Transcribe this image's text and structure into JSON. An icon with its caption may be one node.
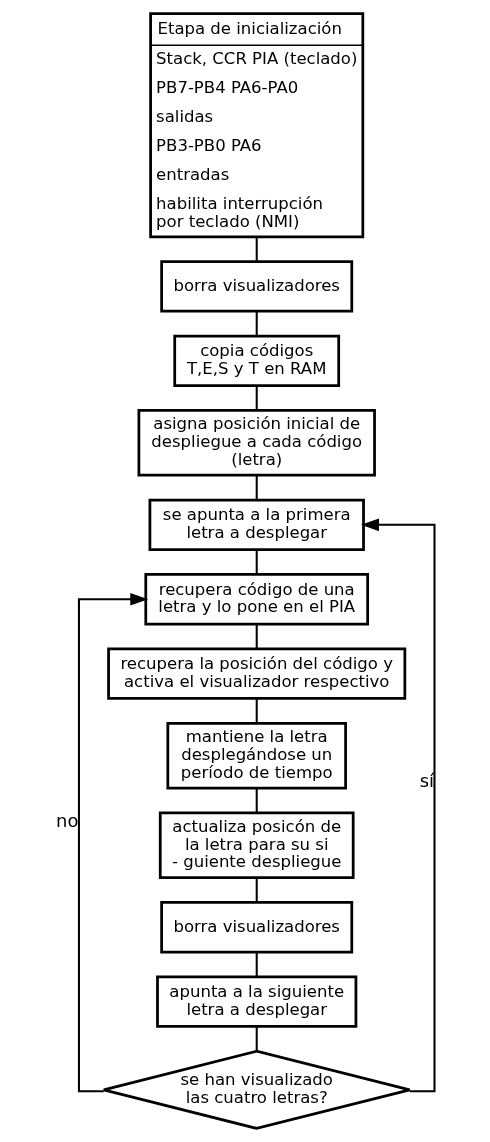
{
  "diagram": {
    "nodes": [
      {
        "text": [
          "Etapa de inicialización",
          "Stack, CCR PIA (teclado)",
          "PB7-PB4 PA6-PA0",
          "salidas",
          "PB3-PB0 PA6",
          "entradas",
          "habilita interrupción por teclado (NMI)"
        ]
      },
      {
        "text": [
          "borra visualizadores"
        ]
      },
      {
        "text": [
          "copia códigos T,E,S y T en RAM"
        ]
      },
      {
        "text": [
          "asigna posición inicial de despliegue a cada código (letra)"
        ]
      },
      {
        "text": [
          "se apunta a la primera letra a desplegar"
        ]
      },
      {
        "text": [
          "recupera código de una letra y lo pone en el PIA"
        ]
      },
      {
        "text": [
          "recupera la posición del código y activa el visualizador respectivo"
        ]
      },
      {
        "text": [
          "mantiene la letra desplegándose un período de tiempo"
        ]
      },
      {
        "text": [
          "actualiza posicón de la letra para su si - guiente despliegue"
        ]
      },
      {
        "text": [
          "borra visualizadores"
        ]
      },
      {
        "text": [
          "apunta a la siguiente letra a desplegar"
        ]
      },
      {
        "text": [
          "se han visualizado las cuatro letras?"
        ]
      }
    ],
    "edges": [
      {
        "from": 0,
        "to": 1,
        "arrow": "none"
      },
      {
        "from": 1,
        "to": 2,
        "arrow": "none"
      },
      {
        "from": 2,
        "to": 3,
        "arrow": "none"
      },
      {
        "from": 3,
        "to": 4,
        "arrow": "none"
      },
      {
        "from": 4,
        "to": 5,
        "arrow": "none"
      },
      {
        "from": 5,
        "to": 6,
        "arrow": "none"
      },
      {
        "from": 6,
        "to": 7,
        "arrow": "none"
      },
      {
        "from": 7,
        "to": 8,
        "arrow": "none"
      },
      {
        "from": 8,
        "to": 9,
        "arrow": "none"
      },
      {
        "from": 9,
        "to": 10,
        "arrow": "none"
      },
      {
        "from": 10,
        "to": 11,
        "arrow": "none"
      },
      {
        "from": 11,
        "to": 5,
        "arrow": "to",
        "label": "no"
      },
      {
        "from": 11,
        "to": 4,
        "arrow": "to",
        "label": "sí"
      }
    ]
  }
}
